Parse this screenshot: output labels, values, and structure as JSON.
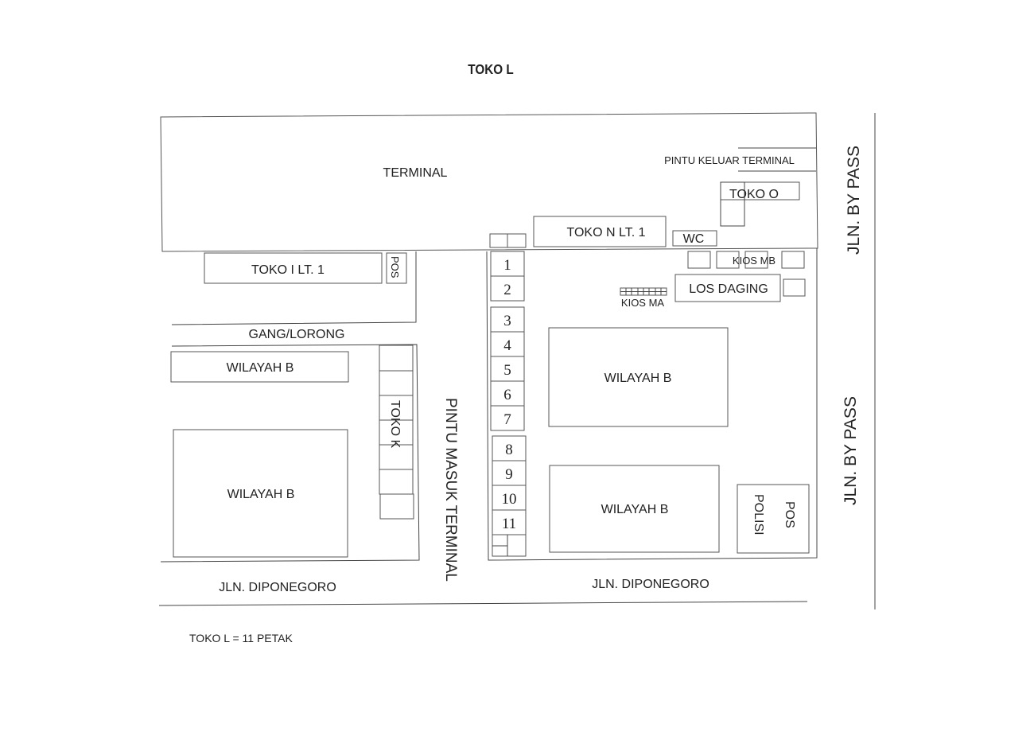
{
  "title": "TOKO L",
  "labels": {
    "terminal": "TERMINAL",
    "pintu_keluar": "PINTU KELUAR TERMINAL",
    "toko_o": "TOKO O",
    "toko_n": "TOKO N LT. 1",
    "wc": "WC",
    "kios_mb": "KIOS MB",
    "los_daging": "LOS DAGING",
    "kios_ma": "KIOS MA",
    "toko_i": "TOKO I LT. 1",
    "pos_small": "POS",
    "gang": "GANG/LORONG",
    "wilayah_b": "WILAYAH B",
    "toko_k": "TOKO K",
    "pintu_masuk": "PINTU MASUK TERMINAL",
    "jln_bypass": "JLN. BY PASS",
    "jln_diponegoro": "JLN. DIPONEGORO",
    "pos_polisi_1": "POS",
    "pos_polisi_2": "POLISI"
  },
  "toko_l_petak": [
    "1",
    "2",
    "3",
    "4",
    "5",
    "6",
    "7",
    "8",
    "9",
    "10",
    "11"
  ],
  "footnote": "TOKO L = 11 PETAK"
}
